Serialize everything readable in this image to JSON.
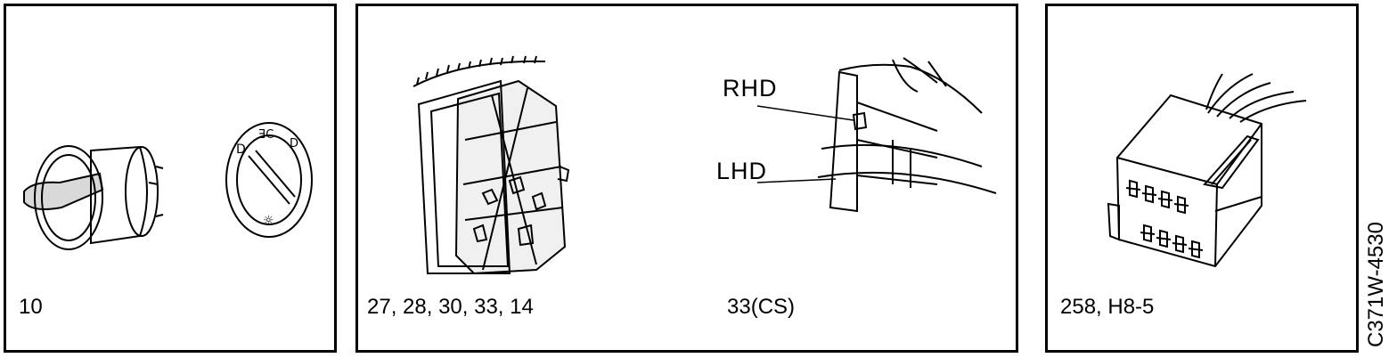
{
  "panels": [
    {
      "caption": "10"
    },
    {
      "caption_left": "27, 28, 30, 33, 14",
      "caption_right": "33(CS)",
      "callouts": [
        "RHD",
        "LHD"
      ]
    },
    {
      "caption": "258, H8-5"
    }
  ],
  "figure_code": "C371W-4530"
}
